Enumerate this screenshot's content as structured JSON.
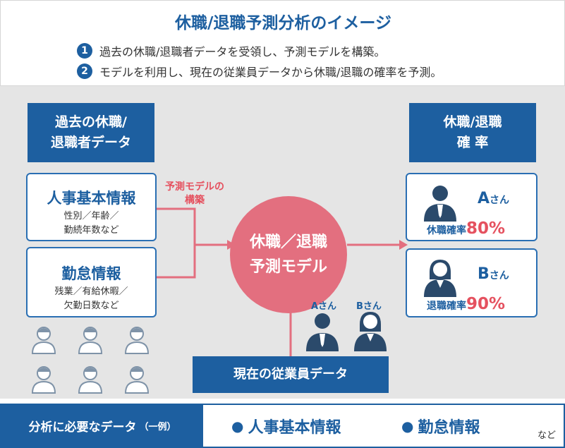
{
  "header": {
    "title": "休職/退職予測分析のイメージ",
    "steps": [
      {
        "num": "1",
        "text": "過去の休職/退職者データを受領し、予測モデルを構築。"
      },
      {
        "num": "2",
        "text": "モデルを利用し、現在の従業員データから休職/退職の確率を予測。"
      }
    ]
  },
  "left": {
    "title_line1": "過去の休職/",
    "title_line2": "退職者データ",
    "card1": {
      "heading": "人事基本情報",
      "sub_line1": "性別／年齢／",
      "sub_line2": "勤続年数など"
    },
    "card2": {
      "heading": "勤怠情報",
      "sub_line1": "残業／有給休暇／",
      "sub_line2": "欠勤日数など"
    }
  },
  "center": {
    "build_label_line1": "予測モデルの",
    "build_label_line2": "構築",
    "model_line1": "休職／退職",
    "model_line2": "予測モデル",
    "person_a": "Aさん",
    "person_b": "Bさん",
    "current_data": "現在の従業員データ"
  },
  "right": {
    "title_line1": "休職/退職",
    "title_line2": "確 率",
    "card_a": {
      "name": "A",
      "suffix": "さん",
      "rate_label": "休職確率",
      "rate_value": "80%"
    },
    "card_b": {
      "name": "B",
      "suffix": "さん",
      "rate_label": "退職確率",
      "rate_value": "90%"
    }
  },
  "footer": {
    "label": "分析に必要なデータ",
    "label_note": "（一例）",
    "item1": "人事基本情報",
    "item2": "勤怠情報",
    "etc": "など"
  },
  "colors": {
    "navy": "#1d5fa0",
    "pink": "#e36f7f",
    "red": "#e5515f",
    "gray": "#e5e5e5",
    "person": "#2b4a6b",
    "outline": "#7f93a8"
  }
}
